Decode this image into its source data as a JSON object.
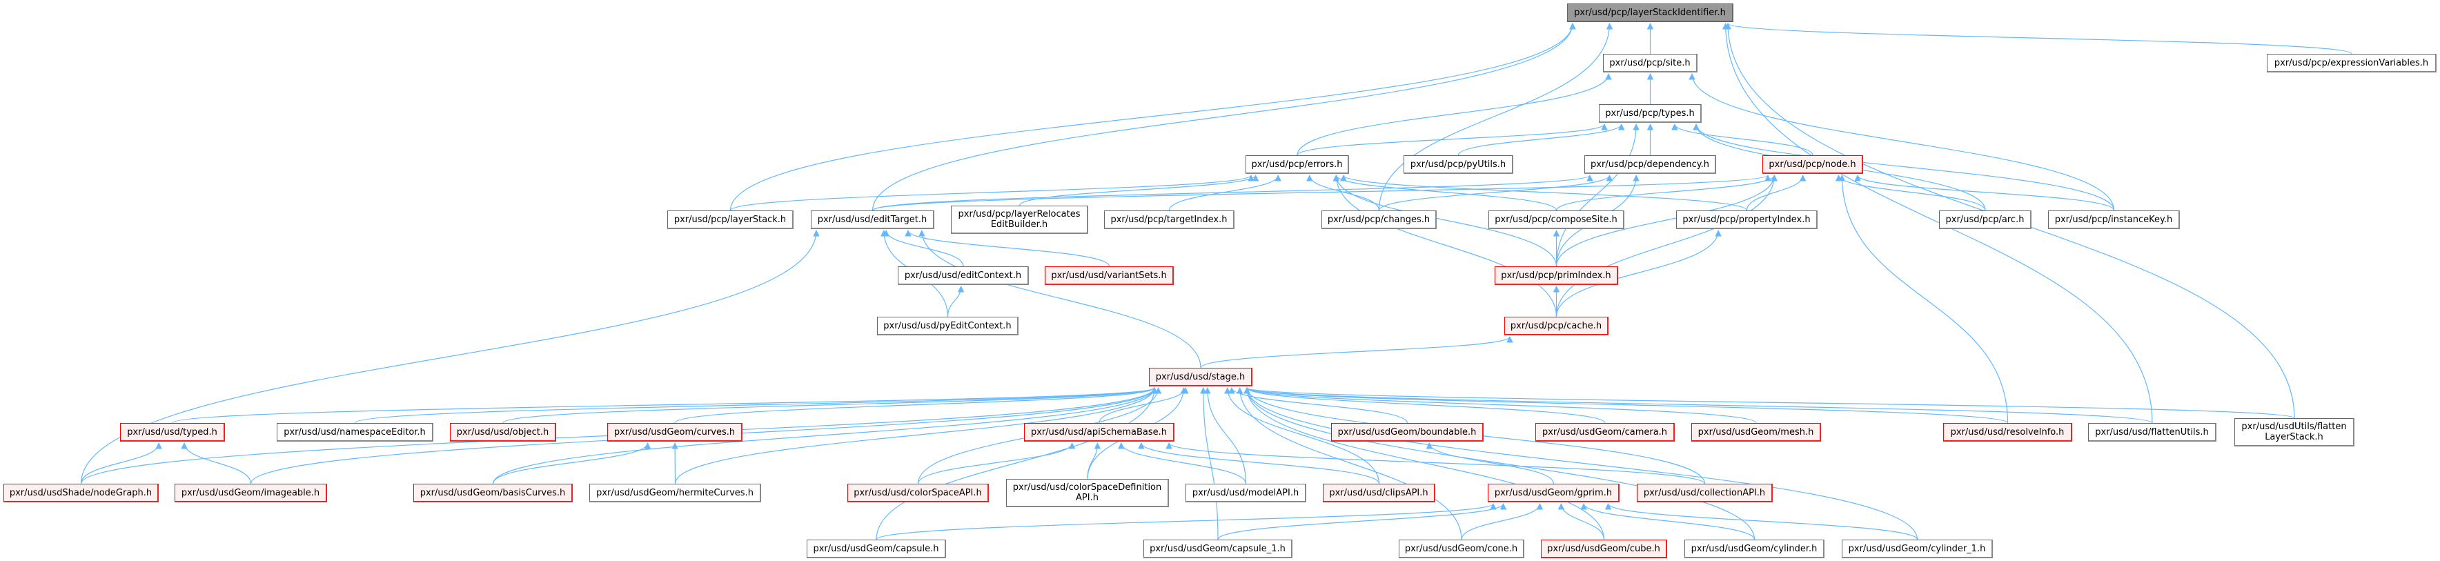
{
  "colors": {
    "edge": "#63b8ff",
    "root_fill": "#999999",
    "red_border": "#ff0000",
    "red_fill": "#fff0f0"
  },
  "nodes": {
    "root": "pxr/usd/pcp/layerStackIdentifier.h",
    "site": "pxr/usd/pcp/site.h",
    "expressionVariables": "pxr/usd/pcp/expressionVariables.h",
    "types": "pxr/usd/pcp/types.h",
    "errors": "pxr/usd/pcp/errors.h",
    "pyUtils": "pxr/usd/pcp/pyUtils.h",
    "dependency": "pxr/usd/pcp/dependency.h",
    "node": "pxr/usd/pcp/node.h",
    "layerStack": "pxr/usd/pcp/layerStack.h",
    "editTarget": "pxr/usd/usd/editTarget.h",
    "layerRelocates": "pxr/usd/pcp/layerRelocates\nEditBuilder.h",
    "targetIndex": "pxr/usd/pcp/targetIndex.h",
    "changes": "pxr/usd/pcp/changes.h",
    "composeSite": "pxr/usd/pcp/composeSite.h",
    "propertyIndex": "pxr/usd/pcp/propertyIndex.h",
    "arc": "pxr/usd/pcp/arc.h",
    "instanceKey": "pxr/usd/pcp/instanceKey.h",
    "editContext": "pxr/usd/usd/editContext.h",
    "variantSets": "pxr/usd/usd/variantSets.h",
    "primIndex": "pxr/usd/pcp/primIndex.h",
    "pyEditContext": "pxr/usd/usd/pyEditContext.h",
    "cache": "pxr/usd/pcp/cache.h",
    "stage": "pxr/usd/usd/stage.h",
    "typed": "pxr/usd/usd/typed.h",
    "namespaceEditor": "pxr/usd/usd/namespaceEditor.h",
    "object": "pxr/usd/usd/object.h",
    "curves": "pxr/usd/usdGeom/curves.h",
    "apiSchemaBase": "pxr/usd/usd/apiSchemaBase.h",
    "boundable": "pxr/usd/usdGeom/boundable.h",
    "camera": "pxr/usd/usdGeom/camera.h",
    "mesh": "pxr/usd/usdGeom/mesh.h",
    "resolveInfo": "pxr/usd/usd/resolveInfo.h",
    "flattenUtils": "pxr/usd/usd/flattenUtils.h",
    "flattenLayerStack": "pxr/usd/usdUtils/flatten\nLayerStack.h",
    "nodeGraph": "pxr/usd/usdShade/nodeGraph.h",
    "imageable": "pxr/usd/usdGeom/imageable.h",
    "basisCurves": "pxr/usd/usdGeom/basisCurves.h",
    "hermiteCurves": "pxr/usd/usdGeom/hermiteCurves.h",
    "colorSpaceAPI": "pxr/usd/usd/colorSpaceAPI.h",
    "colorSpaceDefinitionAPI": "pxr/usd/usd/colorSpaceDefinition\nAPI.h",
    "modelAPI": "pxr/usd/usd/modelAPI.h",
    "clipsAPI": "pxr/usd/usd/clipsAPI.h",
    "gprim": "pxr/usd/usdGeom/gprim.h",
    "collectionAPI": "pxr/usd/usd/collectionAPI.h",
    "capsule": "pxr/usd/usdGeom/capsule.h",
    "capsule_1": "pxr/usd/usdGeom/capsule_1.h",
    "cone": "pxr/usd/usdGeom/cone.h",
    "cube": "pxr/usd/usdGeom/cube.h",
    "cylinder": "pxr/usd/usdGeom/cylinder.h",
    "cylinder_1": "pxr/usd/usdGeom/cylinder_1.h"
  },
  "edges": [
    [
      "site",
      "root"
    ],
    [
      "layerStack",
      "root"
    ],
    [
      "editTarget",
      "root"
    ],
    [
      "changes",
      "root"
    ],
    [
      "expressionVariables",
      "root"
    ],
    [
      "flattenUtils",
      "root"
    ],
    [
      "flattenLayerStack",
      "root"
    ],
    [
      "types",
      "site"
    ],
    [
      "errors",
      "site"
    ],
    [
      "instanceKey",
      "site"
    ],
    [
      "errors",
      "types"
    ],
    [
      "pyUtils",
      "types"
    ],
    [
      "dependency",
      "types"
    ],
    [
      "node",
      "types"
    ],
    [
      "arc",
      "types"
    ],
    [
      "instanceKey",
      "types"
    ],
    [
      "primIndex",
      "types"
    ],
    [
      "layerStack",
      "errors"
    ],
    [
      "layerRelocates",
      "errors"
    ],
    [
      "targetIndex",
      "errors"
    ],
    [
      "changes",
      "errors"
    ],
    [
      "composeSite",
      "errors"
    ],
    [
      "propertyIndex",
      "errors"
    ],
    [
      "primIndex",
      "errors"
    ],
    [
      "cache",
      "errors"
    ],
    [
      "changes",
      "dependency"
    ],
    [
      "primIndex",
      "dependency"
    ],
    [
      "editTarget",
      "dependency"
    ],
    [
      "editTarget",
      "node"
    ],
    [
      "composeSite",
      "node"
    ],
    [
      "propertyIndex",
      "node"
    ],
    [
      "primIndex",
      "node"
    ],
    [
      "cache",
      "node"
    ],
    [
      "resolveInfo",
      "node"
    ],
    [
      "arc",
      "node"
    ],
    [
      "instanceKey",
      "node"
    ],
    [
      "editContext",
      "editTarget"
    ],
    [
      "pyEditContext",
      "editTarget"
    ],
    [
      "variantSets",
      "editTarget"
    ],
    [
      "stage",
      "editTarget"
    ],
    [
      "nodeGraph",
      "editTarget"
    ],
    [
      "pyEditContext",
      "editContext"
    ],
    [
      "primIndex",
      "composeSite"
    ],
    [
      "cache",
      "propertyIndex"
    ],
    [
      "cache",
      "primIndex"
    ],
    [
      "stage",
      "cache"
    ],
    [
      "typed",
      "stage"
    ],
    [
      "namespaceEditor",
      "stage"
    ],
    [
      "object",
      "stage"
    ],
    [
      "curves",
      "stage"
    ],
    [
      "nodeGraph",
      "stage"
    ],
    [
      "imageable",
      "stage"
    ],
    [
      "basisCurves",
      "stage"
    ],
    [
      "hermiteCurves",
      "stage"
    ],
    [
      "capsule",
      "stage"
    ],
    [
      "capsule_1",
      "stage"
    ],
    [
      "colorSpaceAPI",
      "stage"
    ],
    [
      "colorSpaceDefinitionAPI",
      "stage"
    ],
    [
      "apiSchemaBase",
      "stage"
    ],
    [
      "modelAPI",
      "stage"
    ],
    [
      "clipsAPI",
      "stage"
    ],
    [
      "boundable",
      "stage"
    ],
    [
      "camera",
      "stage"
    ],
    [
      "mesh",
      "stage"
    ],
    [
      "resolveInfo",
      "stage"
    ],
    [
      "flattenUtils",
      "stage"
    ],
    [
      "flattenLayerStack",
      "stage"
    ],
    [
      "collectionAPI",
      "stage"
    ],
    [
      "cube",
      "stage"
    ],
    [
      "cylinder",
      "stage"
    ],
    [
      "cylinder_1",
      "stage"
    ],
    [
      "cone",
      "stage"
    ],
    [
      "nodeGraph",
      "typed"
    ],
    [
      "imageable",
      "typed"
    ],
    [
      "basisCurves",
      "curves"
    ],
    [
      "hermiteCurves",
      "curves"
    ],
    [
      "colorSpaceAPI",
      "apiSchemaBase"
    ],
    [
      "colorSpaceDefinitionAPI",
      "apiSchemaBase"
    ],
    [
      "modelAPI",
      "apiSchemaBase"
    ],
    [
      "clipsAPI",
      "apiSchemaBase"
    ],
    [
      "collectionAPI",
      "apiSchemaBase"
    ],
    [
      "gprim",
      "boundable"
    ],
    [
      "capsule",
      "gprim"
    ],
    [
      "capsule_1",
      "gprim"
    ],
    [
      "cone",
      "gprim"
    ],
    [
      "cube",
      "gprim"
    ],
    [
      "cylinder",
      "gprim"
    ],
    [
      "cylinder_1",
      "gprim"
    ]
  ]
}
